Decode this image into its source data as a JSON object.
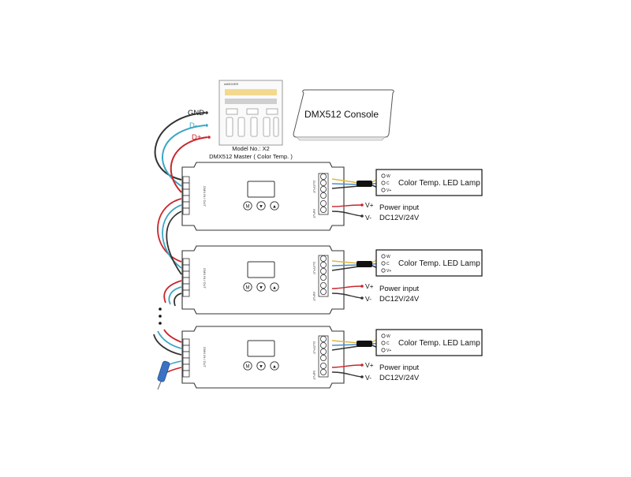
{
  "panel": {
    "brand": "miBOXER",
    "model_line": "Model No.: X2",
    "desc_line": "DMX512 Master ( Color Temp. )"
  },
  "console": {
    "label": "DMX512 Console"
  },
  "signals": {
    "gnd": "GND",
    "d_minus": "D-",
    "d_plus": "D+"
  },
  "controllers": [
    {
      "output": "OUTPUT",
      "input": "INPUT",
      "dmx": "DMX IN / OUT",
      "buttons": [
        "M",
        "▼",
        "▲"
      ]
    },
    {
      "output": "OUTPUT",
      "input": "INPUT",
      "dmx": "DMX IN / OUT",
      "buttons": [
        "M",
        "▼",
        "▲"
      ]
    },
    {
      "output": "OUTPUT",
      "input": "INPUT",
      "dmx": "DMX IN / OUT",
      "buttons": [
        "M",
        "▼",
        "▲"
      ]
    }
  ],
  "lamps": [
    {
      "label": "Color Temp. LED Lamp",
      "pins": [
        "W",
        "C",
        "V+"
      ]
    },
    {
      "label": "Color Temp. LED Lamp",
      "pins": [
        "W",
        "C",
        "V+"
      ]
    },
    {
      "label": "Color Temp. LED Lamp",
      "pins": [
        "W",
        "C",
        "V+"
      ]
    }
  ],
  "power": [
    {
      "vplus": "V+",
      "vminus": "V-",
      "label1": "Power input",
      "label2": "DC12V/24V"
    },
    {
      "vplus": "V+",
      "vminus": "V-",
      "label1": "Power input",
      "label2": "DC12V/24V"
    },
    {
      "vplus": "V+",
      "vminus": "V-",
      "label1": "Power input",
      "label2": "DC12V/24V"
    }
  ],
  "colors": {
    "gnd": "#333333",
    "d_minus": "#3aa6c4",
    "d_plus": "#c8262c",
    "wire_yellow": "#e2b73a",
    "wire_blue": "#4a8fc9",
    "resistor": "#3b73c4"
  }
}
